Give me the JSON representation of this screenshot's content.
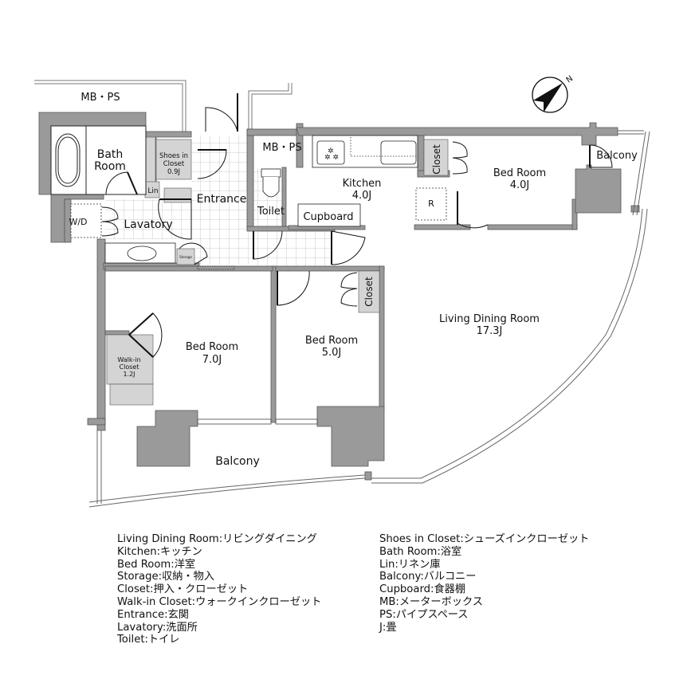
{
  "plan": {
    "compass": {
      "label": "N"
    },
    "rooms": {
      "mbps_top_left": {
        "label": "MB・PS"
      },
      "bath": {
        "line1": "Bath",
        "line2": "Room"
      },
      "shoes_closet": {
        "line1": "Shoes in",
        "line2": "Closet",
        "line3": "0.9J"
      },
      "lin": {
        "label": "Lin"
      },
      "entrance": {
        "label": "Entrance"
      },
      "wd": {
        "label": "W/D"
      },
      "lavatory": {
        "label": "Lavatory"
      },
      "storage": {
        "label": "Storage"
      },
      "mbps_center": {
        "label": "MB・PS"
      },
      "toilet": {
        "label": "Toilet"
      },
      "kitchen": {
        "line1": "Kitchen",
        "line2": "4.0J"
      },
      "cupboard": {
        "label": "Cupboard"
      },
      "closet_kitchen": {
        "label": "Closet"
      },
      "fridge": {
        "label": "R"
      },
      "bedroom_ne": {
        "line1": "Bed Room",
        "line2": "4.0J"
      },
      "balcony_ne": {
        "label": "Balcony"
      },
      "living": {
        "line1": "Living Dining Room",
        "line2": "17.3J"
      },
      "bedroom_5": {
        "line1": "Bed Room",
        "line2": "5.0J"
      },
      "closet_bed5": {
        "label": "Closet"
      },
      "bedroom_7": {
        "line1": "Bed Room",
        "line2": "7.0J"
      },
      "walkin": {
        "line1": "Walk-in",
        "line2": "Closet",
        "line3": "1.2J"
      },
      "balcony_s": {
        "label": "Balcony"
      }
    }
  },
  "legend": {
    "left": [
      "Living Dining Room:リビングダイニング",
      "Kitchen:キッチン",
      "Bed Room:洋室",
      "Storage:収納・物入",
      "Closet:押入・クローゼット",
      "Walk-in Closet:ウォークインクローゼット",
      "Entrance:玄関",
      "Lavatory:洗面所",
      "Toilet:トイレ"
    ],
    "right": [
      "Shoes in Closet:シューズインクローゼット",
      "Bath Room:浴室",
      "Lin:リネン庫",
      "Balcony:バルコニー",
      "Cupboard:食器棚",
      "MB:メーターボックス",
      "PS:パイプスペース",
      "J:畳"
    ]
  },
  "colors": {
    "wall": "#9a9a9a",
    "storage_fill": "#d4d4d4",
    "line": "#111111",
    "tile": "#c8c8c8"
  }
}
